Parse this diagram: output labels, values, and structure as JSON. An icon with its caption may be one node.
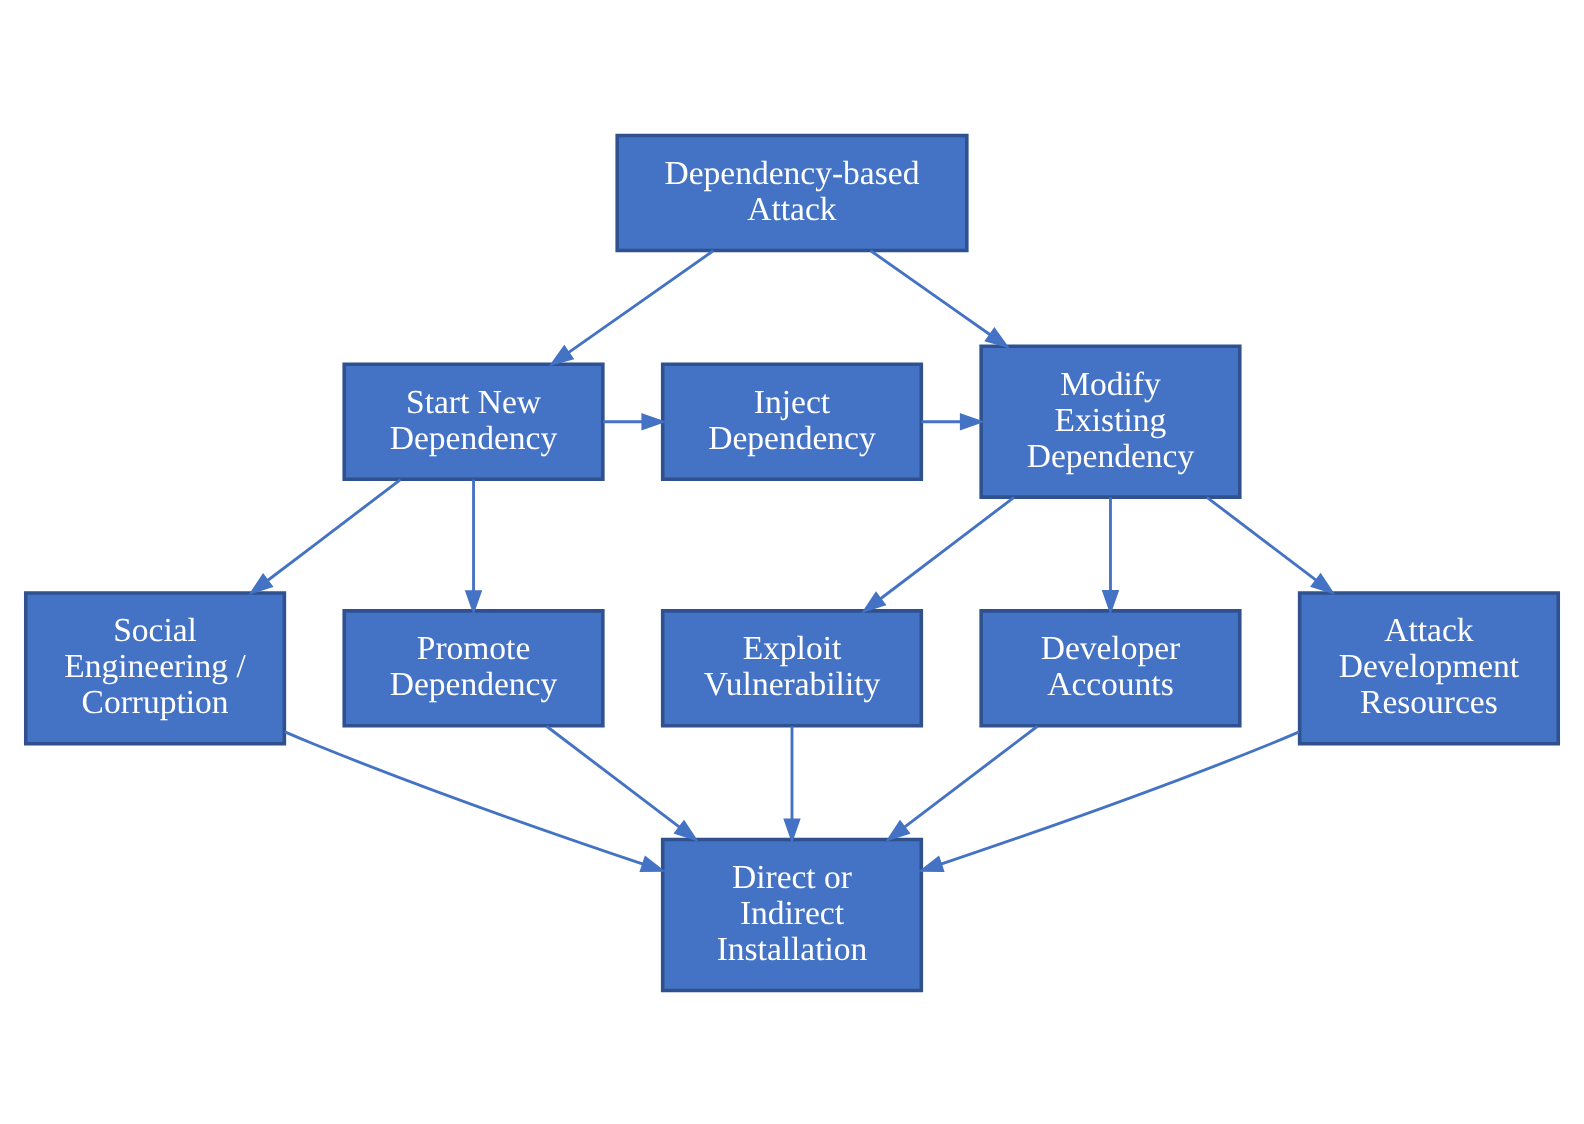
{
  "diagram": {
    "nodes": [
      {
        "text": [
          "Dependency-based Attack"
        ]
      },
      {
        "text": [
          "Start New Dependency"
        ]
      },
      {
        "text": [
          "Inject Dependency"
        ]
      },
      {
        "text": [
          "Modify Existing Dependency"
        ]
      },
      {
        "text": [
          "Social Engineering / Corruption"
        ]
      },
      {
        "text": [
          "Promote Dependency"
        ]
      },
      {
        "text": [
          "Exploit Vulnerability"
        ]
      },
      {
        "text": [
          "Developer Accounts"
        ]
      },
      {
        "text": [
          "Attack Development Resources"
        ]
      },
      {
        "text": [
          "Direct or Indirect Installation"
        ]
      }
    ],
    "edges": [
      {
        "from": 0,
        "to": 1,
        "arrow": "to"
      },
      {
        "from": 0,
        "to": 3,
        "arrow": "to"
      },
      {
        "from": 1,
        "to": 2,
        "arrow": "to"
      },
      {
        "from": 2,
        "to": 3,
        "arrow": "to"
      },
      {
        "from": 1,
        "to": 4,
        "arrow": "to"
      },
      {
        "from": 1,
        "to": 5,
        "arrow": "to"
      },
      {
        "from": 3,
        "to": 6,
        "arrow": "to"
      },
      {
        "from": 3,
        "to": 7,
        "arrow": "to"
      },
      {
        "from": 3,
        "to": 8,
        "arrow": "to"
      },
      {
        "from": 4,
        "to": 9,
        "arrow": "to"
      },
      {
        "from": 5,
        "to": 9,
        "arrow": "to"
      },
      {
        "from": 6,
        "to": 9,
        "arrow": "to"
      },
      {
        "from": 7,
        "to": 9,
        "arrow": "to"
      },
      {
        "from": 8,
        "to": 9,
        "arrow": "to"
      }
    ]
  }
}
